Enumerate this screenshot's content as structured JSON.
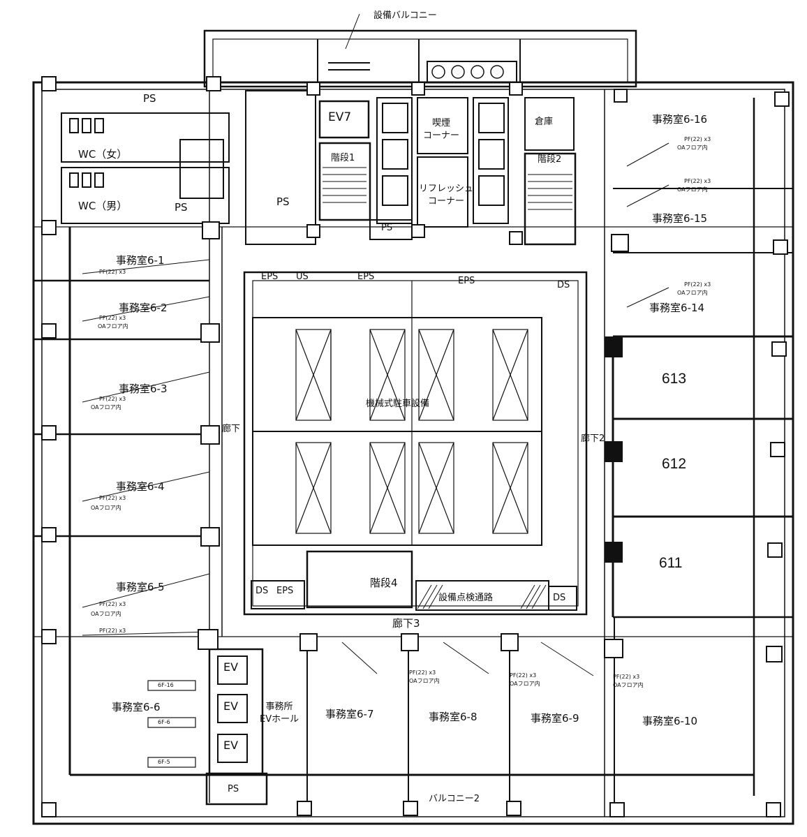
{
  "labels": {
    "balcony_top": "設備バルコニー",
    "balcony_bottom": "バルコニー2",
    "ps_top": "PS",
    "ps_core": "PS",
    "ps_wc": "PS",
    "ps_stair": "PS",
    "ps_bottom": "PS",
    "wc_women": "WC（女）",
    "wc_men": "WC（男）",
    "ev7": "EV7",
    "ev_a": "EV",
    "ev_b": "EV",
    "ev_c": "EV",
    "stair1": "階段1",
    "stair2": "階段2",
    "stair4": "階段4",
    "smoking": "喫煙\nコーナー",
    "refresh": "リフレッシュ\nコーナー",
    "storage": "倉庫",
    "eps_left": "EPS",
    "us": "US",
    "eps_mid": "EPS",
    "eps_right": "EPS",
    "ds_top": "DS",
    "ds_bl": "DS",
    "eps_bl": "EPS",
    "ds_br": "DS",
    "machine": "機械式駐車設備",
    "inspection": "設備点検通路",
    "corridor2": "廊下2",
    "corridor_left": "廊下",
    "corridor3": "廊下3",
    "ev_hall": "事務所\nEVホール"
  },
  "offices": {
    "o1": "事務室6-1",
    "o2": "事務室6-2",
    "o3": "事務室6-3",
    "o4": "事務室6-4",
    "o5": "事務室6-5",
    "o6": "事務室6-6",
    "o7": "事務室6-7",
    "o8": "事務室6-8",
    "o9": "事務室6-9",
    "o10": "事務室6-10",
    "o14": "事務室6-14",
    "o15": "事務室6-15",
    "o16": "事務室6-16",
    "r611": "611",
    "r612": "612",
    "r613": "613"
  },
  "notes": {
    "pf1": "PF(22) x3",
    "oa": "OAフロア内",
    "s1": "6F-16",
    "s2": "6F-6",
    "s3": "6F-5"
  }
}
